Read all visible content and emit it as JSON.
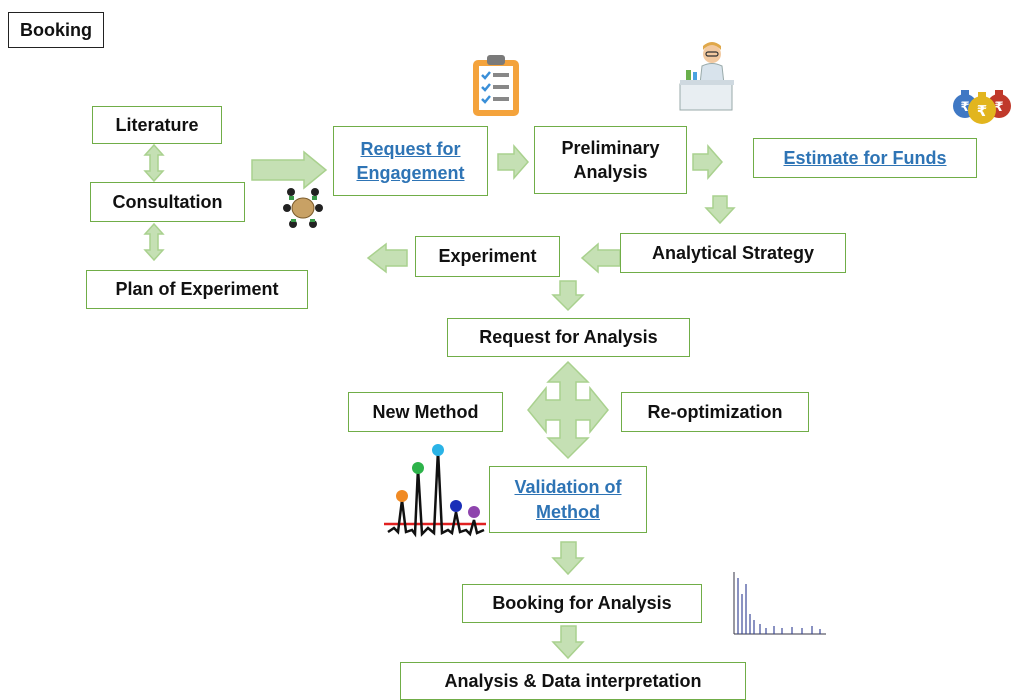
{
  "page_tag": "Booking",
  "boxes": {
    "literature": "Literature",
    "consultation": "Consultation",
    "plan_of_experiment": "Plan of Experiment",
    "request_for_engagement_line1": "Request for",
    "request_for_engagement_line2": "Engagement",
    "preliminary_analysis_line1": "Preliminary",
    "preliminary_analysis_line2": "Analysis",
    "estimate_for_funds": "Estimate for Funds",
    "experiment": "Experiment",
    "analytical_strategy": "Analytical Strategy",
    "request_for_analysis": "Request for Analysis",
    "new_method": "New Method",
    "re_optimization": "Re-optimization",
    "validation_of_method_line1": "Validation of",
    "validation_of_method_line2": "Method",
    "booking_for_analysis": "Booking for Analysis",
    "analysis_and_data_interpretation": "Analysis & Data interpretation"
  },
  "colors": {
    "box_border": "#70ad47",
    "arrow_fill": "#c5e0b4",
    "link_text": "#2e74b5"
  },
  "icons": [
    "clipboard-checklist-icon",
    "scientist-lab-icon",
    "rupee-money-bags-icon",
    "meeting-table-icon",
    "chromatogram-peaks-icon",
    "mass-spectrum-icon"
  ]
}
